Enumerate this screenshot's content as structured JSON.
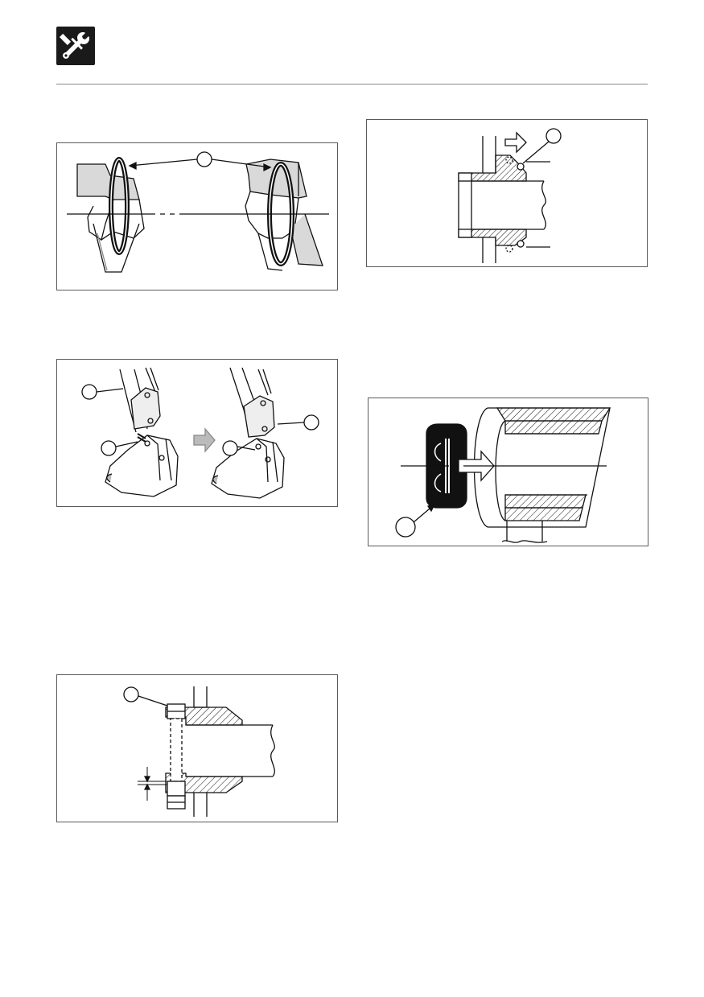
{
  "header": {
    "icon": "wrench-screwdriver-icon"
  },
  "figures": [
    {
      "id": "ring-positions",
      "callouts": [
        ""
      ]
    },
    {
      "id": "bucket-coupling",
      "callouts": [
        "",
        "",
        ""
      ]
    },
    {
      "id": "bolt-shim-clearance",
      "callouts": [
        ""
      ]
    },
    {
      "id": "bushing-seal",
      "callouts": [
        ""
      ]
    },
    {
      "id": "press-in-bushing",
      "callouts": [
        ""
      ]
    }
  ]
}
